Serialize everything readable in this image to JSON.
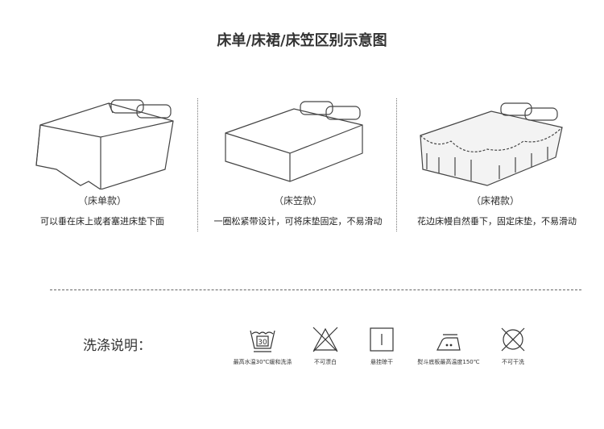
{
  "title": "床单/床裙/床笠区别示意图",
  "types": [
    {
      "label": "（床单款）",
      "desc": "可以垂在床上或者塞进床垫下面",
      "icon": "flat-sheet-bed"
    },
    {
      "label": "（床笠款）",
      "desc": "一圈松紧带设计，可将床垫固定，不易滑动",
      "icon": "fitted-sheet-bed"
    },
    {
      "label": "（床裙款）",
      "desc": "花边床幔自然垂下，固定床垫，不易滑动",
      "icon": "bed-skirt-bed"
    }
  ],
  "care": {
    "title": "洗涤说明：",
    "items": [
      {
        "label": "最高水温30℃缓和洗涤",
        "value": "30",
        "icon": "wash-30-icon"
      },
      {
        "label": "不可漂白",
        "icon": "no-bleach-icon"
      },
      {
        "label": "悬挂晾干",
        "icon": "line-dry-icon"
      },
      {
        "label": "熨斗底板最高温度150℃",
        "icon": "iron-medium-icon"
      },
      {
        "label": "不可干洗",
        "icon": "no-dry-clean-icon"
      }
    ]
  }
}
